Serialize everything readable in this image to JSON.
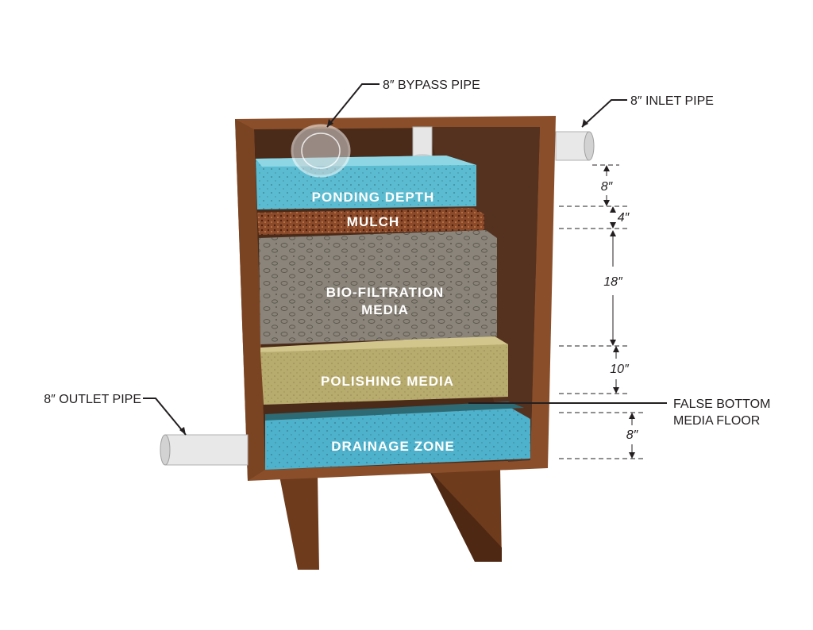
{
  "callouts": {
    "bypass_pipe": "8″ BYPASS PIPE",
    "inlet_pipe": "8″ INLET PIPE",
    "outlet_pipe": "8″ OUTLET PIPE",
    "false_bottom_line1": "FALSE BOTTOM",
    "false_bottom_line2": "MEDIA FLOOR"
  },
  "layers": {
    "ponding": "PONDING DEPTH",
    "mulch": "MULCH",
    "bio_line1": "BIO-FILTRATION",
    "bio_line2": "MEDIA",
    "polishing": "POLISHING MEDIA",
    "drainage": "DRAINAGE ZONE"
  },
  "dimensions": {
    "ponding": "8″",
    "mulch": "4″",
    "bio": "18″",
    "polishing": "10″",
    "drainage": "8″"
  },
  "colors": {
    "wood": "#8a4f2a",
    "wood_dark": "#5e3418",
    "ponding": "#5bbcd1",
    "mulch": "#8b4a2a",
    "bio": "#8a847a",
    "polishing": "#b8ab6e",
    "drainage": "#4fb2cc",
    "pipe": "#e8e8e8"
  }
}
